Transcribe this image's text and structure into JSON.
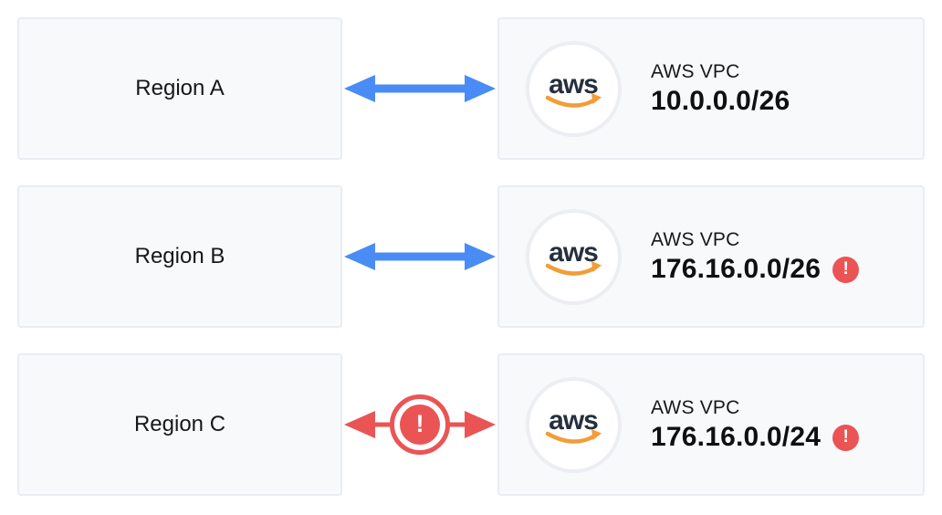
{
  "diagram": {
    "aws_logo_text": "aws",
    "error_glyph": "!",
    "rows": [
      {
        "region": "Region A",
        "vpc_label": "AWS VPC",
        "cidr": "10.0.0.0/26",
        "link": "ok",
        "cidr_error": false
      },
      {
        "region": "Region B",
        "vpc_label": "AWS VPC",
        "cidr": "176.16.0.0/26",
        "link": "ok",
        "cidr_error": true
      },
      {
        "region": "Region C",
        "vpc_label": "AWS VPC",
        "cidr": "176.16.0.0/24",
        "link": "error",
        "cidr_error": true
      }
    ]
  },
  "colors": {
    "link_ok": "#4a8cf5",
    "link_error": "#ea5455",
    "error_badge": "#ea5455",
    "aws_navy": "#252f3e",
    "aws_orange": "#f29d38"
  }
}
